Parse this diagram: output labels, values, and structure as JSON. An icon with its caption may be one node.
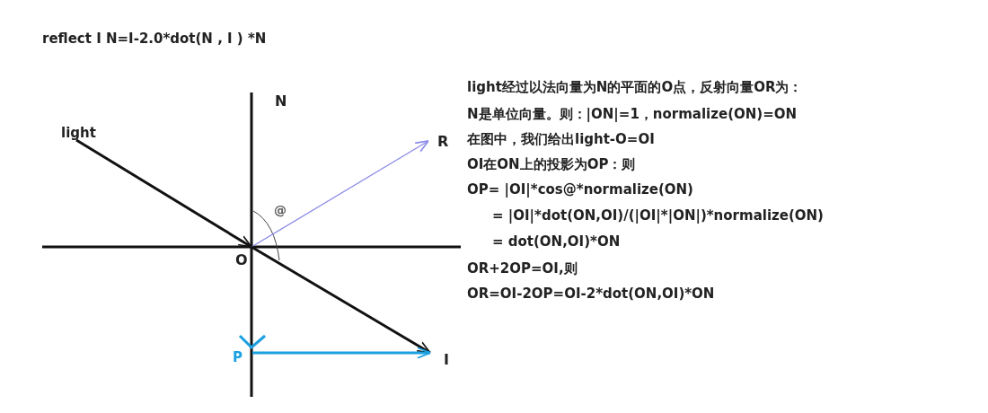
{
  "diagram": {
    "title": "reflect I N=I-2.0*dot(N , I ) *N",
    "nodes": [
      {
        "text": [
          "light"
        ]
      },
      {
        "text": [
          "O"
        ]
      },
      {
        "text": [
          "R"
        ]
      },
      {
        "text": [
          "I"
        ]
      },
      {
        "text": [
          "P"
        ]
      }
    ],
    "edges": [
      {
        "from": 0,
        "to": 1,
        "arrow": "to"
      },
      {
        "from": 1,
        "to": 2,
        "arrow": "to",
        "color": "#8a8ae8"
      },
      {
        "from": 1,
        "to": 3,
        "arrow": "to"
      },
      {
        "from": 4,
        "to": 3,
        "arrow": "to",
        "color": "#1aa0e0"
      }
    ],
    "labels": [
      "N",
      "@",
      "light经过以法向量为N的平面的O点，反射向量OR为：",
      "N是单位向量。则：|ON|=1，normalize(ON)=ON",
      "在图中，我们给出light-O=OI",
      "OI在ON上的投影为OP：则",
      "OP= |OI|*cos@*normalize(ON)",
      "= |OI|*dot(ON,OI)/(|OI|*|ON|)*normalize(ON)",
      "= dot(ON,OI)*ON",
      "OR+2OP=OI,则",
      "OR=OI-2OP=OI-2*dot(ON,OI)*ON"
    ]
  }
}
